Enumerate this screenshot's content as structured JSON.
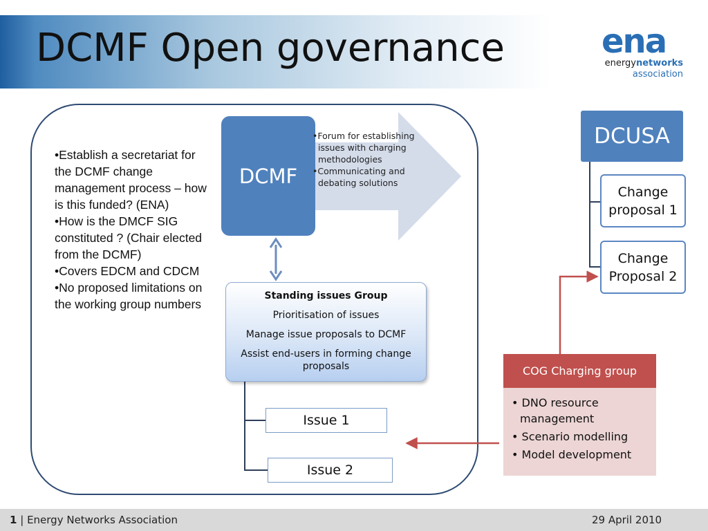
{
  "slide": {
    "title": "DCMF Open governance"
  },
  "logo": {
    "mark": "ena",
    "line1_a": "energy",
    "line1_b": "networks",
    "line2": "association"
  },
  "left_bullets": [
    "•Establish a secretariat for the DCMF change management process – how is this funded? (ENA)",
    "•How is the DMCF SIG constituted ? (Chair elected from the DCMF)",
    "•Covers EDCM and CDCM",
    "•No proposed limitations on the working group numbers"
  ],
  "dcmf": {
    "label": "DCMF",
    "notes": [
      "•Forum for establishing issues with charging methodologies",
      "•Communicating and debating solutions"
    ]
  },
  "standing_group": {
    "title": "Standing issues Group",
    "lines": [
      "Prioritisation of issues",
      "Manage issue proposals to DCMF",
      "Assist end-users in forming change proposals"
    ]
  },
  "issues": [
    "Issue 1",
    "Issue 2"
  ],
  "dcusa": {
    "label": "DCUSA",
    "proposals": [
      "Change proposal 1",
      "Change Proposal 2"
    ]
  },
  "cog": {
    "title": "COG Charging group",
    "items": [
      "DNO resource management",
      "Scenario modelling",
      "Model development"
    ]
  },
  "footer": {
    "page_number": "1",
    "separator": "|",
    "organisation": "Energy Networks Association",
    "date": "29 April 2010"
  },
  "colors": {
    "dcmf_fill": "#4f81bd",
    "arrow_fill": "#d4dcea",
    "cog_header": "#c0504d",
    "cog_body": "#ecd5d4",
    "connector_red": "#c0504d",
    "frame": "#2e4a73",
    "logo_blue": "#2a6fb5"
  }
}
